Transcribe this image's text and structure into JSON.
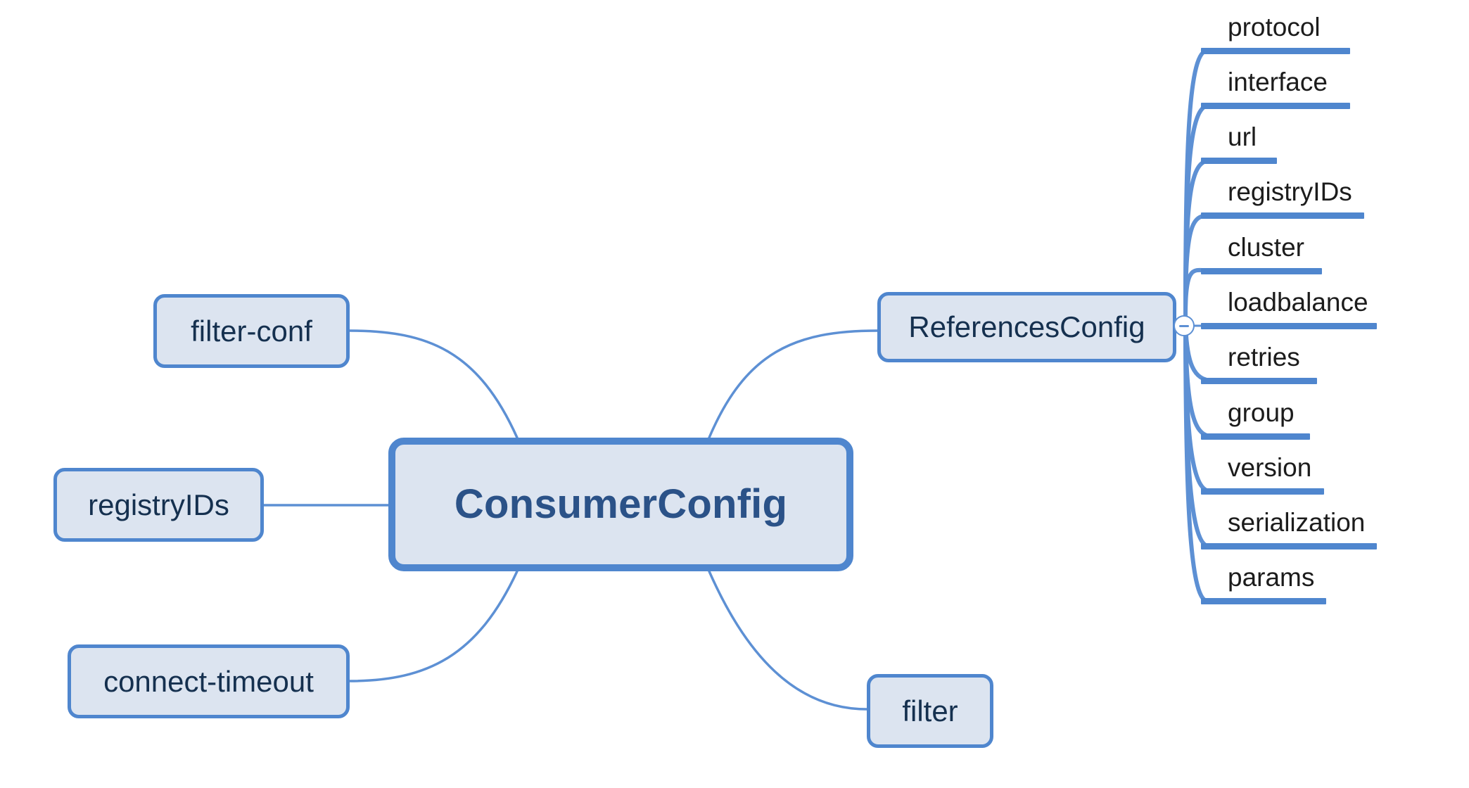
{
  "diagram": {
    "type": "mindmap",
    "title": "ConsumerConfig",
    "colors": {
      "node_fill": "#dce4f0",
      "node_border": "#4f86ce",
      "root_text": "#2b5288",
      "branch_text": "#15304f",
      "leaf_text": "#1c1c1c",
      "edge": "#5d90d4",
      "background": "#ffffff"
    }
  },
  "root": {
    "label": "ConsumerConfig"
  },
  "branches": [
    {
      "id": "filter-conf",
      "label": "filter-conf",
      "side": "left"
    },
    {
      "id": "registryids",
      "label": "registryIDs",
      "side": "left"
    },
    {
      "id": "connect-timeout",
      "label": "connect-timeout",
      "side": "left"
    },
    {
      "id": "references-config",
      "label": "ReferencesConfig",
      "side": "right"
    },
    {
      "id": "filter",
      "label": "filter",
      "side": "right"
    }
  ],
  "toggle": {
    "state": "expanded",
    "glyph": "minus",
    "parent": "ReferencesConfig"
  },
  "leaves": [
    {
      "label": "protocol"
    },
    {
      "label": "interface"
    },
    {
      "label": "url"
    },
    {
      "label": "registryIDs"
    },
    {
      "label": "cluster"
    },
    {
      "label": "loadbalance"
    },
    {
      "label": "retries"
    },
    {
      "label": "group"
    },
    {
      "label": "version"
    },
    {
      "label": "serialization"
    },
    {
      "label": "params"
    }
  ]
}
